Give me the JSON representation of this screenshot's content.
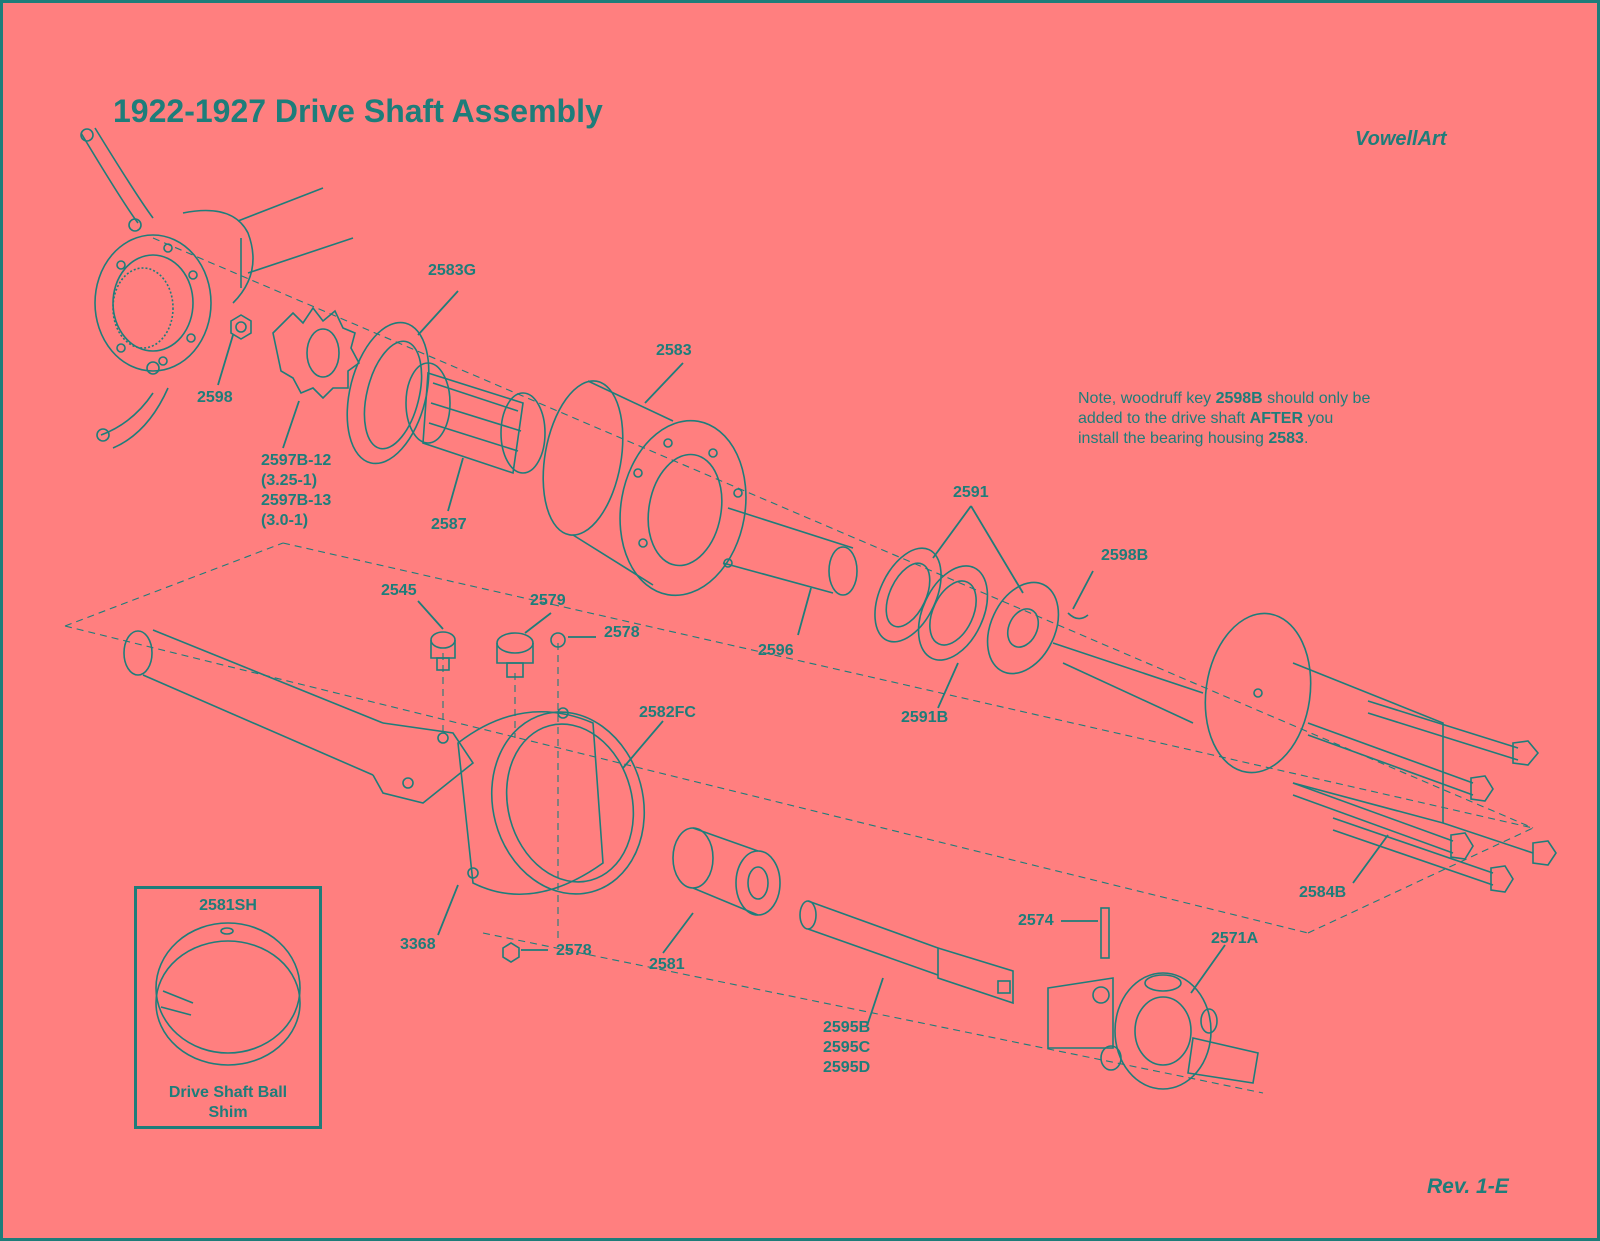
{
  "title": "1922-1927 Drive Shaft Assembly",
  "brand": "VowellArt",
  "revision": "Rev. 1-E",
  "note": {
    "t1": "Note, woodruff key ",
    "key": "2598B",
    "t2": " should only be added to the drive shaft ",
    "after": "AFTER",
    "t3": " you install the bearing housing ",
    "housing": "2583",
    "t4": "."
  },
  "parts": {
    "p2583G": "2583G",
    "p2583": "2583",
    "p2598": "2598",
    "p2597B_12": "2597B-12",
    "p2597B_12_ratio": "(3.25-1)",
    "p2597B_13": "2597B-13",
    "p2597B_13_ratio": "(3.0-1)",
    "p2587": "2587",
    "p2591": "2591",
    "p2598B": "2598B",
    "p2596": "2596",
    "p2591B": "2591B",
    "p2545": "2545",
    "p2579": "2579",
    "p2578_top": "2578",
    "p2582FC": "2582FC",
    "p2584B": "2584B",
    "p3368": "3368",
    "p2578_bottom": "2578",
    "p2581": "2581",
    "p2574": "2574",
    "p2571A": "2571A",
    "p2595B": "2595B",
    "p2595C": "2595C",
    "p2595D": "2595D"
  },
  "inset": {
    "part": "2581SH",
    "caption_line1": "Drive Shaft Ball",
    "caption_line2": "Shim"
  },
  "colors": {
    "background": "#ff7f7f",
    "ink": "#1e7d7a"
  }
}
